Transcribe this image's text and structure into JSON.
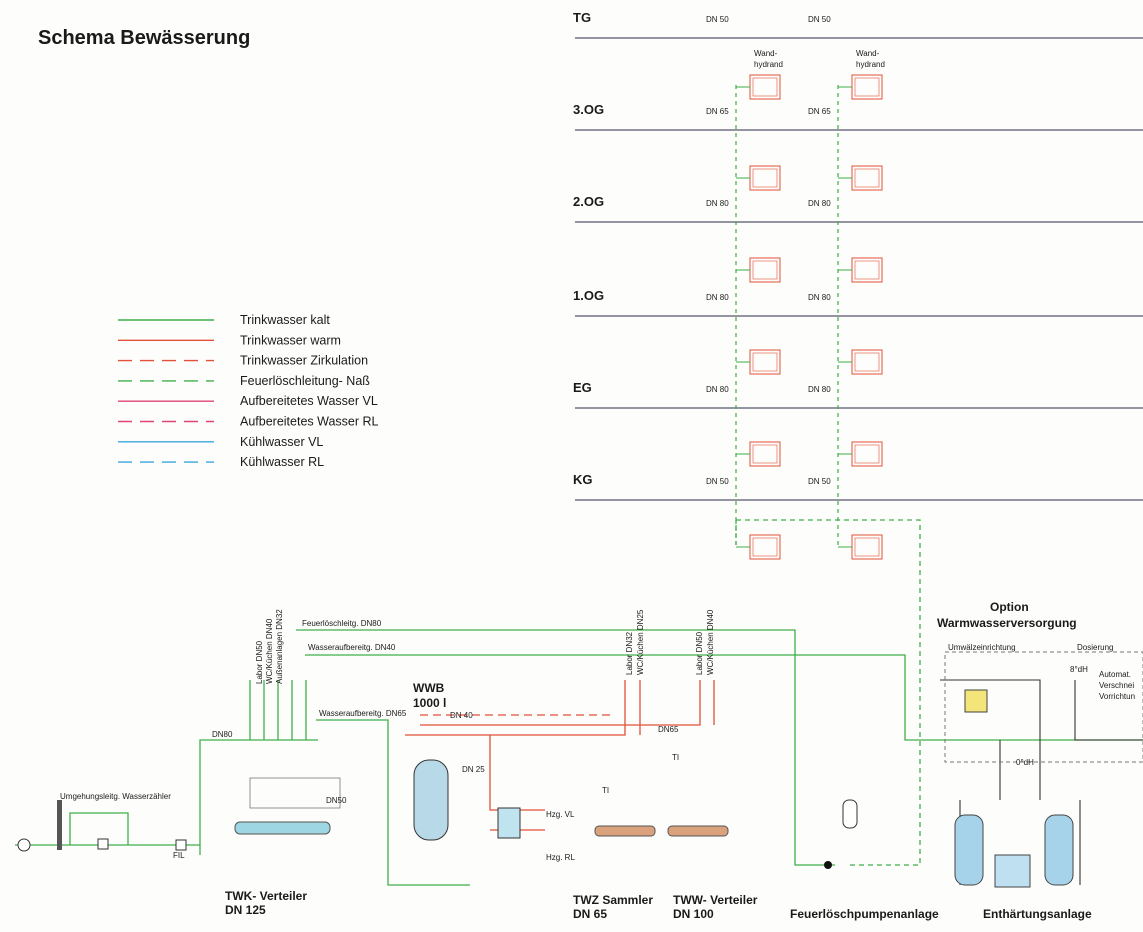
{
  "title": "Schema Bewässerung",
  "floors": [
    "TG",
    "3.OG",
    "2.OG",
    "1.OG",
    "EG",
    "KG"
  ],
  "hydrant_label": "Wand-\nhydrand",
  "riser_dn": [
    [
      "DN 50",
      "DN 50"
    ],
    [
      "DN 65",
      "DN 65"
    ],
    [
      "DN 80",
      "DN 80"
    ],
    [
      "DN 80",
      "DN 80"
    ],
    [
      "DN 80",
      "DN 80"
    ],
    [
      "DN 50",
      "DN 50"
    ]
  ],
  "legend": [
    {
      "label": "Trinkwasser kalt",
      "color": "#3fae49",
      "dash": false
    },
    {
      "label": "Trinkwasser warm",
      "color": "#e2513a",
      "dash": false
    },
    {
      "label": "Trinkwasser Zirkulation",
      "color": "#e2513a",
      "dash": true
    },
    {
      "label": "Feuerlöschleitung- Naß",
      "color": "#3fae49",
      "dash": true
    },
    {
      "label": "Aufbereitetes Wasser VL",
      "color": "#e0457a",
      "dash": false
    },
    {
      "label": "Aufbereitetes Wasser RL",
      "color": "#e0457a",
      "dash": true
    },
    {
      "label": "Kühlwasser VL",
      "color": "#3aa8d8",
      "dash": false
    },
    {
      "label": "Kühlwasser RL",
      "color": "#3aa8d8",
      "dash": true
    }
  ],
  "pipes": {
    "feuerloesch": "Feuerlöschleitg. DN80",
    "aufbereit1": "Wasseraufbereitg. DN40",
    "aufbereit2": "Wasseraufbereitg. DN65",
    "dn80": "DN80",
    "dn40": "DN 40",
    "dn25": "DN 25",
    "dn65": "DN65",
    "dn50": "DN50",
    "umgehung": "Umgehungsleitg. Wasserzähler",
    "fil": "FIL",
    "hzg_vl": "Hzg. VL",
    "hzg_rl": "Hzg. RL",
    "ti": "TI"
  },
  "vertical_labels": {
    "twk": [
      "Labor DN50",
      "WC/Küchen DN40",
      "Außenanlagen DN32"
    ],
    "twz": [
      "Labor DN32",
      "WC/Küchen DN25"
    ],
    "tww": [
      "Labor DN50",
      "WC/Küchen DN40"
    ]
  },
  "wwb": {
    "title": "WWB",
    "volume": "1000 l"
  },
  "option": {
    "title": "Option",
    "subtitle": "Warmwasserversorgung",
    "umwaelz": "Umwälzeinrichtung",
    "dosierung": "Dosierung",
    "automat": "Automat.",
    "verschnei": "Verschnei",
    "vorrichtung": "Vorrichtun",
    "dh8": "8°dH",
    "dh0": "0°dH"
  },
  "bottom_labels": [
    {
      "title": "TWK- Verteiler",
      "sub": "DN 125"
    },
    {
      "title": "TWZ Sammler",
      "sub": "DN 65"
    },
    {
      "title": "TWW- Verteiler",
      "sub": "DN 100"
    },
    {
      "title": "Feuerlöschpumpenanlage",
      "sub": ""
    },
    {
      "title": "Enthärtungsanlage",
      "sub": ""
    }
  ]
}
